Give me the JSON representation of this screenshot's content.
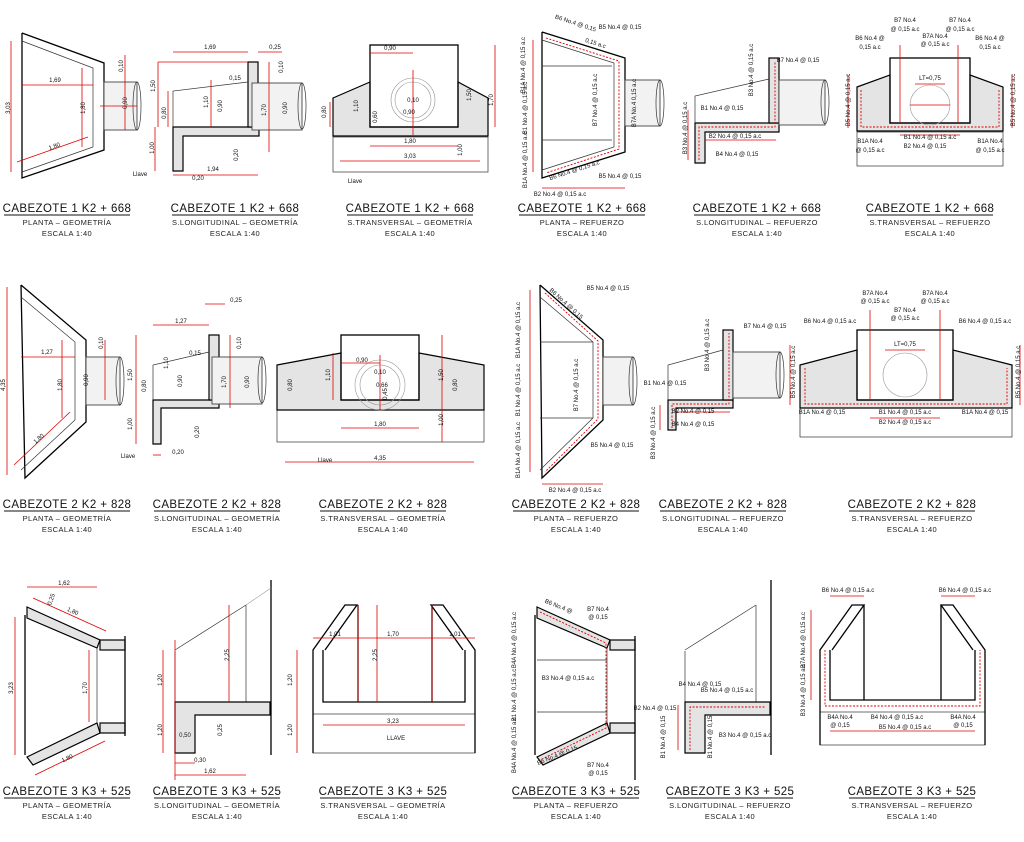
{
  "colors": {
    "line": "#000000",
    "dimension": "#e00000",
    "concrete": "#e4e4e4"
  },
  "panels": [
    {
      "title": "CABEZOTE 1 K2 + 668",
      "subtitle": "PLANTA – GEOMETRÍA",
      "scale": "ESCALA 1:40",
      "labels": [
        "3,03",
        "1,69",
        "1,80",
        "0,10",
        "0,90",
        "1,80"
      ]
    },
    {
      "title": "CABEZOTE 1 K2 + 668",
      "subtitle": "S.LONGITUDINAL – GEOMETRÍA",
      "scale": "ESCALA 1:40",
      "labels": [
        "1,69",
        "0,25",
        "1,50",
        "0,10",
        "0,15",
        "1,10",
        "0,90",
        "0,80",
        "1,70",
        "0,90",
        "1,00",
        "0,20",
        "1,94",
        "0,20",
        "Llave"
      ]
    },
    {
      "title": "CABEZOTE 1 K2 + 668",
      "subtitle": "S.TRANSVERSAL – GEOMETRÍA",
      "scale": "ESCALA 1:40",
      "labels": [
        "0,90",
        "0,80",
        "1,10",
        "0,60",
        "0,10",
        "0,90",
        "1,50",
        "1,70",
        "1,80",
        "3,03",
        "1,00",
        "Llave"
      ]
    },
    {
      "title": "CABEZOTE 1 K2 + 668",
      "subtitle": "PLANTA – REFUERZO",
      "scale": "ESCALA 1:40",
      "labels": [
        "B6 No.4 @ 0,15",
        "B5 No.4 @ 0,15",
        "0,15 a.c",
        "B1A No.4 @ 0,15 a.c",
        "B1 No.4 @ 0,15 a.c",
        "B1A No.4 @ 0,15 a.c",
        "B7 No.4 @ 0,15 a.c",
        "B7A No.4 0,15 a.c",
        "B6 No.4 @ 0,15 a.c",
        "B5 No.4 @ 0,15",
        "B2 No.4 @ 0,15 a.c"
      ]
    },
    {
      "title": "CABEZOTE 1 K2 + 668",
      "subtitle": "S.LONGITUDINAL – REFUERZO",
      "scale": "ESCALA 1:40",
      "labels": [
        "B7 No.4 @ 0,15",
        "B3 No.4 @ 0,15 a.c",
        "B1 No.4 @ 0,15",
        "B2 No.4 @ 0,15 a.c",
        "B4 No.4 @ 0,15",
        "B3 No.4 @ 0,15 a.c"
      ]
    },
    {
      "title": "CABEZOTE 1 K2 + 668",
      "subtitle": "S.TRANSVERSAL – REFUERZO",
      "scale": "ESCALA 1:40",
      "labels": [
        "B7 No.4",
        "@ 0,15 a.c",
        "B7 No.4",
        "@ 0,15 a.c",
        "B7A No.4",
        "@ 0,15 a.c",
        "B6 No.4 @",
        "0,15 a.c",
        "B6 No.4 @",
        "0,15 a.c",
        "LT=0,75",
        "B5 No.4 @ 0,15 a.c",
        "B5 No.4 @ 0,15 a.c",
        "B1 No.4 @ 0,15 a.c",
        "B2 No.4 @ 0,15",
        "B1A No.4",
        "@ 0,15 a.c",
        "B1A No.4",
        "@ 0,15 a.c"
      ]
    },
    {
      "title": "CABEZOTE 2 K2 + 828",
      "subtitle": "PLANTA – GEOMETRÍA",
      "scale": "ESCALA 1:40",
      "labels": [
        "4,35",
        "1,27",
        "1,80",
        "0,10",
        "0,90",
        "1,80"
      ]
    },
    {
      "title": "CABEZOTE 2 K2 + 828",
      "subtitle": "S.LONGITUDINAL – GEOMETRÍA",
      "scale": "ESCALA 1:40",
      "labels": [
        "0,25",
        "1,27",
        "1,50",
        "0,10",
        "0,15",
        "1,10",
        "0,80",
        "0,90",
        "1,70",
        "0,90",
        "1,00",
        "0,20",
        "0,20",
        "Llave"
      ]
    },
    {
      "title": "CABEZOTE 2 K2 + 828",
      "subtitle": "S.TRANSVERSAL – GEOMETRÍA",
      "scale": "ESCALA 1:40",
      "labels": [
        "0,90",
        "1,10",
        "0,80",
        "1,50",
        "0,80",
        "0,10",
        "0,66",
        "0,45",
        "1,80",
        "1,00",
        "4,35",
        "Llave"
      ]
    },
    {
      "title": "CABEZOTE 2 K2 + 828",
      "subtitle": "PLANTA – REFUERZO",
      "scale": "ESCALA 1:40",
      "labels": [
        "B6 No.4 @ 0,15",
        "B5 No.4 @ 0,15",
        "B1A No.4 @ 0,15 a.c",
        "B1 No.4 @ 0,15 a.c",
        "B1A No.4 @ 0,15 a.c",
        "B7 No.4 @ 0,15 a.c",
        "B5 No.4 @ 0,15",
        "B2 No.4 @ 0,15 a.c"
      ]
    },
    {
      "title": "CABEZOTE 2 K2 + 828",
      "subtitle": "S.LONGITUDINAL – REFUERZO",
      "scale": "ESCALA 1:40",
      "labels": [
        "B7 No.4 @ 0,15",
        "B3 No.4 @ 0,15 a.c",
        "B1 No.4 @ 0,15",
        "B2 No.4 @ 0,15",
        "B4 No.4 @ 0,15",
        "B3 No.4 @ 0,15 a.c"
      ]
    },
    {
      "title": "CABEZOTE 2 K2 + 828",
      "subtitle": "S.TRANSVERSAL – REFUERZO",
      "scale": "ESCALA 1:40",
      "labels": [
        "B7A No.4",
        "@ 0,15 a.c",
        "B7A No.4",
        "@ 0,15 a.c",
        "B6 No.4 @ 0,15 a.c",
        "B6 No.4 @ 0,15 a.c",
        "B7 No.4",
        "@ 0,15 a.c",
        "LT=0,75",
        "B5 No.4 @ 0,15 a.c",
        "B5 No.4 @ 0,15 a.c",
        "B1A No.4 @ 0,15",
        "B1 No.4 @ 0,15 a.c",
        "B1A No.4 @ 0,15",
        "B2 No.4 @ 0,15 a.c"
      ]
    },
    {
      "title": "CABEZOTE 3 K3 + 525",
      "subtitle": "PLANTA – GEOMETRÍA",
      "scale": "ESCALA 1:40",
      "labels": [
        "1,62",
        "0,25",
        "1,80",
        "3,23",
        "1,70",
        "1,80"
      ]
    },
    {
      "title": "CABEZOTE 3 K3 + 525",
      "subtitle": "S.LONGITUDINAL – GEOMETRÍA",
      "scale": "ESCALA 1:40",
      "labels": [
        "1,20",
        "1,20",
        "2,25",
        "0,25",
        "0,50",
        "0,30",
        "1,62"
      ]
    },
    {
      "title": "CABEZOTE 3 K3 + 525",
      "subtitle": "S.TRANSVERSAL – GEOMETRÍA",
      "scale": "ESCALA 1:40",
      "labels": [
        "1,01",
        "1,70",
        "1,01",
        "2,25",
        "1,20",
        "1,20",
        "3,23",
        "LLAVE"
      ]
    },
    {
      "title": "CABEZOTE 3 K3 + 525",
      "subtitle": "PLANTA – REFUERZO",
      "scale": "ESCALA 1:40",
      "labels": [
        "B6 No.4 @",
        "B7 No.4",
        "@ 0,15",
        "B4A No.4 @ 0,15 a.c",
        "B1 No.4 @ 0,15 a.c",
        "B3 No.4 @ 0,15 a.c",
        "B4A No.4 @ 0,15 a.c",
        "B6 No.4 @ 0,15",
        "B7 No.4",
        "@ 0,15"
      ]
    },
    {
      "title": "CABEZOTE 3 K3 + 525",
      "subtitle": "S.LONGITUDINAL – REFUERZO",
      "scale": "ESCALA 1:40",
      "labels": [
        "B4 No.4 @ 0,15",
        "B5 No.4 @ 0,15 a.c",
        "B2 No.4 @ 0,15",
        "B1 No.4 @ 0,15",
        "B1 No.4 @ 0,15",
        "B3 No.4 @ 0,15 a.c"
      ]
    },
    {
      "title": "CABEZOTE 3 K3 + 525",
      "subtitle": "S.TRANSVERSAL – REFUERZO",
      "scale": "ESCALA 1:40",
      "labels": [
        "B6 No.4 @ 0,15 a.c",
        "B6 No.4 @ 0,15 a.c",
        "B7A No.4 @ 0,15 a.c",
        "B3 No.4 @ 0,15 a.c",
        "B4A No.4",
        "@ 0,15",
        "B4 No.4 @ 0,15 a.c",
        "B5 No.4 @ 0,15 a.c",
        "B4A No.4",
        "@ 0,15"
      ]
    }
  ]
}
